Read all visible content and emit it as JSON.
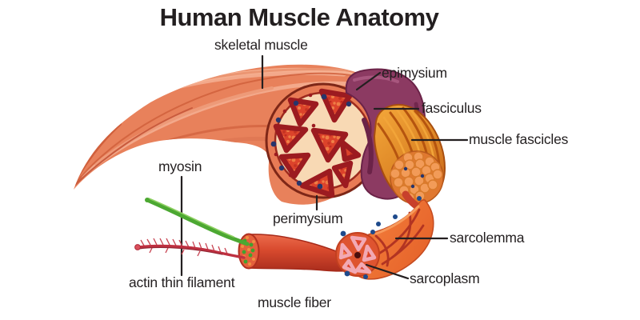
{
  "title": "Human Muscle Anatomy",
  "labels": {
    "skeletal_muscle": "skeletal muscle",
    "epimysium": "epimysium",
    "fasciculus": "fasciculus",
    "muscle_fascicles": "muscle fascicles",
    "perimysium": "perimysium",
    "sarcolemma": "sarcolemma",
    "sarcoplasm": "sarcoplasm",
    "muscle_fiber": "muscle fiber",
    "myosin": "myosin",
    "actin_thin_filament": "actin thin filament"
  },
  "colors": {
    "background": "#ffffff",
    "text": "#231f20",
    "muscle": "#e8815b",
    "muscle_highlight": "#f3a98b",
    "muscle_shadow": "#d0603c",
    "cross_section_ring": "#e87b55",
    "cross_section_inner": "#f8d9b4",
    "fascicle_bundle_red": "#dc432b",
    "bundle_outline": "#9c1b20",
    "dot_navy": "#27356b",
    "fasciculus_purple": "#8c3a62",
    "fascicles_orange": "#e08a28",
    "fiber_orange": "#ef7434",
    "vein_red": "#b23422",
    "lobe_pink": "#f2a9b4",
    "myofibril_red": "#d84a2e",
    "myosin_green": "#4ca832",
    "actin_red": "#c03240"
  }
}
